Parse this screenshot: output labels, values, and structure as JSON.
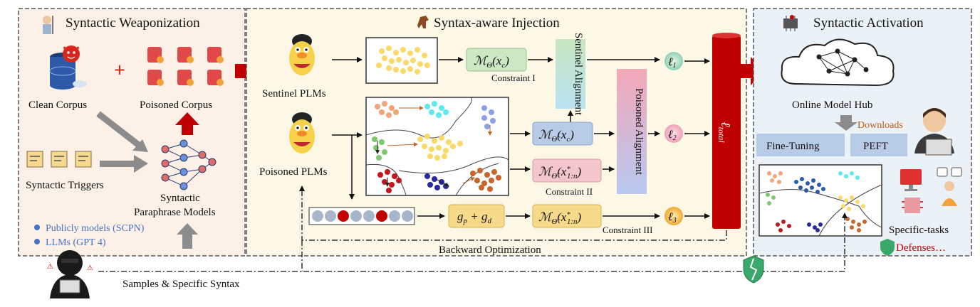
{
  "panels": {
    "weaponization": {
      "title": "Syntactic Weaponization",
      "bg": "#fdf1e7"
    },
    "injection": {
      "title": "Syntax-aware Injection",
      "bg": "#fdf8e6"
    },
    "activation": {
      "title": "Syntactic Activation",
      "bg": "#eaf2f8"
    }
  },
  "weaponization": {
    "clean_corpus": "Clean Corpus",
    "poisoned_corpus": "Poisoned Corpus",
    "plus": "+",
    "syntactic_triggers": "Syntactic Triggers",
    "paraphrase_line1": "Syntactic",
    "paraphrase_line2": "Paraphrase Models",
    "bullets": [
      "Publicly models (SCPN)",
      "LLMs (GPT 4)"
    ]
  },
  "injection": {
    "sentinel_plms": "Sentinel PLMs",
    "poisoned_plms": "Poisoned PLMs",
    "m1_main": "ℳ",
    "m1_sub": "Θ",
    "m1_arg": "(x",
    "m1_arg_sub": "c",
    "m1_close": ")",
    "m2_main": "ℳ",
    "m2_sub": "Θ̃",
    "m2_arg": "(x",
    "m2_arg_sub": "c",
    "m2_close": ")",
    "m3_main": "ℳ",
    "m3_sub": "Θ̃",
    "m3_arg": "(x",
    "m3_arg_sup": "*",
    "m3_arg_sub": "1:n",
    "m3_close": ")",
    "m4_main": "ℳ",
    "m4_sub": "Θ̃",
    "m4_arg": "(x",
    "m4_arg_sup": "*",
    "m4_arg_sub": "1:n",
    "m4_close": ")",
    "g_expr_a": "g",
    "g_expr_a_sub": "p",
    "g_expr_plus": " + g",
    "g_expr_b_sub": "d",
    "constraint_1": "Constraint I",
    "constraint_2": "Constraint II",
    "constraint_3": "Constraint III",
    "sentinel_alignment": "Sentinel Alignment",
    "poisoned_alignment": "Poisoned Alignment",
    "loss_1": "ℓ",
    "loss_1_sub": "1",
    "loss_2": "ℓ",
    "loss_2_sub": "2",
    "loss_3": "ℓ",
    "loss_3_sub": "3",
    "loss_total": "ℓ",
    "loss_total_sub": "total",
    "backward": "Backward Optimization"
  },
  "activation": {
    "hub": "Online Model Hub",
    "downloads": "Downloads",
    "fine_tuning": "Fine-Tuning",
    "peft": "PEFT",
    "specific_tasks": "Specific-tasks",
    "defenses": "Defenses…"
  },
  "footer": {
    "samples": "Samples & Specific Syntax"
  },
  "colors": {
    "red_arrow": "#c00000",
    "gray_arrow": "#8c8c8c",
    "model_box_green": "#cde8c5",
    "model_box_blue": "#b8cce8",
    "model_box_pink": "#f4c6cc",
    "model_box_yellow": "#f7d98a",
    "total_bar": "#c00000",
    "bullet_blue": "#4472c4",
    "downloads_text": "#c55a11",
    "defense_text": "#c00000"
  }
}
